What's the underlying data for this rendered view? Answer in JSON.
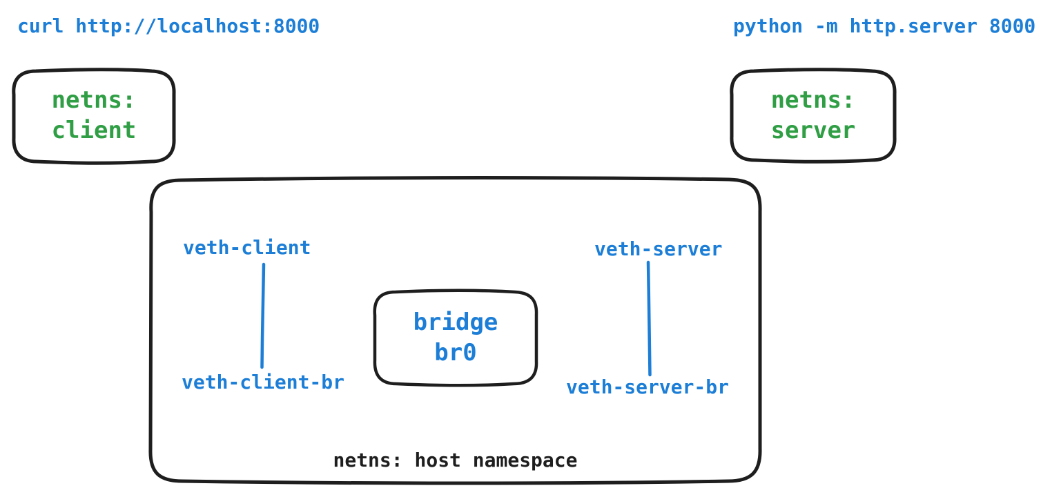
{
  "colors": {
    "command_blue": "#1c7ed6",
    "namespace_green": "#2f9e44",
    "ink": "#1e1e1e",
    "background": "#ffffff"
  },
  "commands": {
    "client": "curl http://localhost:8000",
    "server": "python -m http.server 8000"
  },
  "namespaces": {
    "client": {
      "line1": "netns:",
      "line2": "client"
    },
    "server": {
      "line1": "netns:",
      "line2": "server"
    },
    "host": {
      "label": "netns: host namespace"
    }
  },
  "bridge": {
    "line1": "bridge",
    "line2": "br0"
  },
  "veth": {
    "client_end": "veth-client",
    "client_bridge_end": "veth-client-br",
    "server_end": "veth-server",
    "server_bridge_end": "veth-server-br"
  }
}
